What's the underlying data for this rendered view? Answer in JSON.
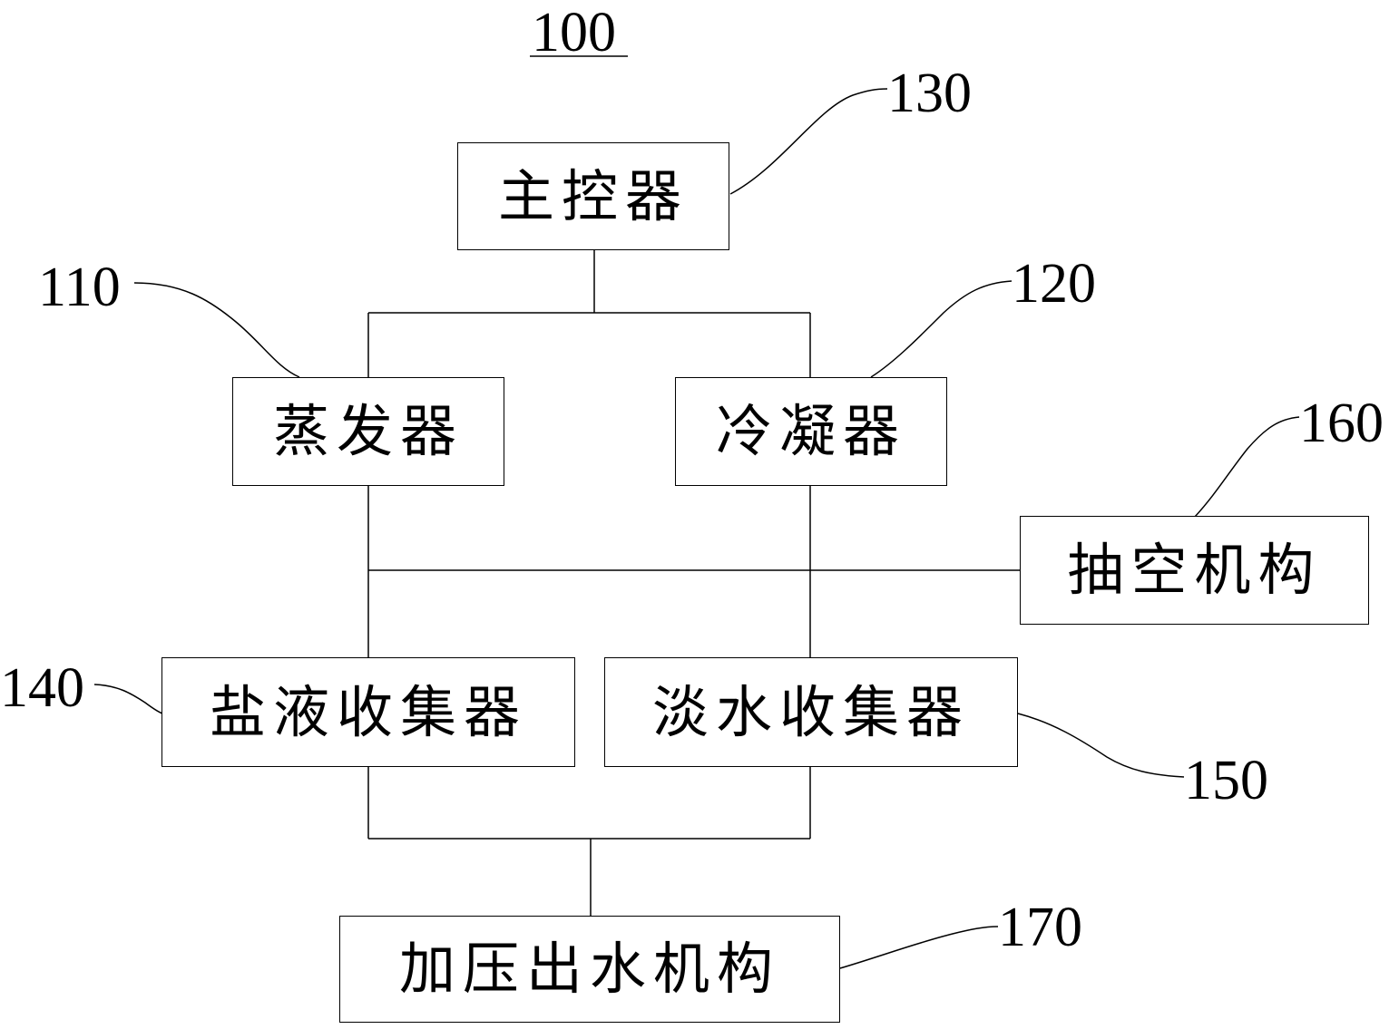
{
  "figure_number": "100",
  "components": {
    "main_controller": {
      "label": "主控器",
      "ref": "130"
    },
    "evaporator": {
      "label": "蒸发器",
      "ref": "110"
    },
    "condenser": {
      "label": "冷凝器",
      "ref": "120"
    },
    "vacuum_mechanism": {
      "label": "抽空机构",
      "ref": "160"
    },
    "brine_collector": {
      "label": "盐液收集器",
      "ref": "140"
    },
    "fresh_water_collector": {
      "label": "淡水收集器",
      "ref": "150"
    },
    "pressurized_outlet": {
      "label": "加压出水机构",
      "ref": "170"
    }
  }
}
